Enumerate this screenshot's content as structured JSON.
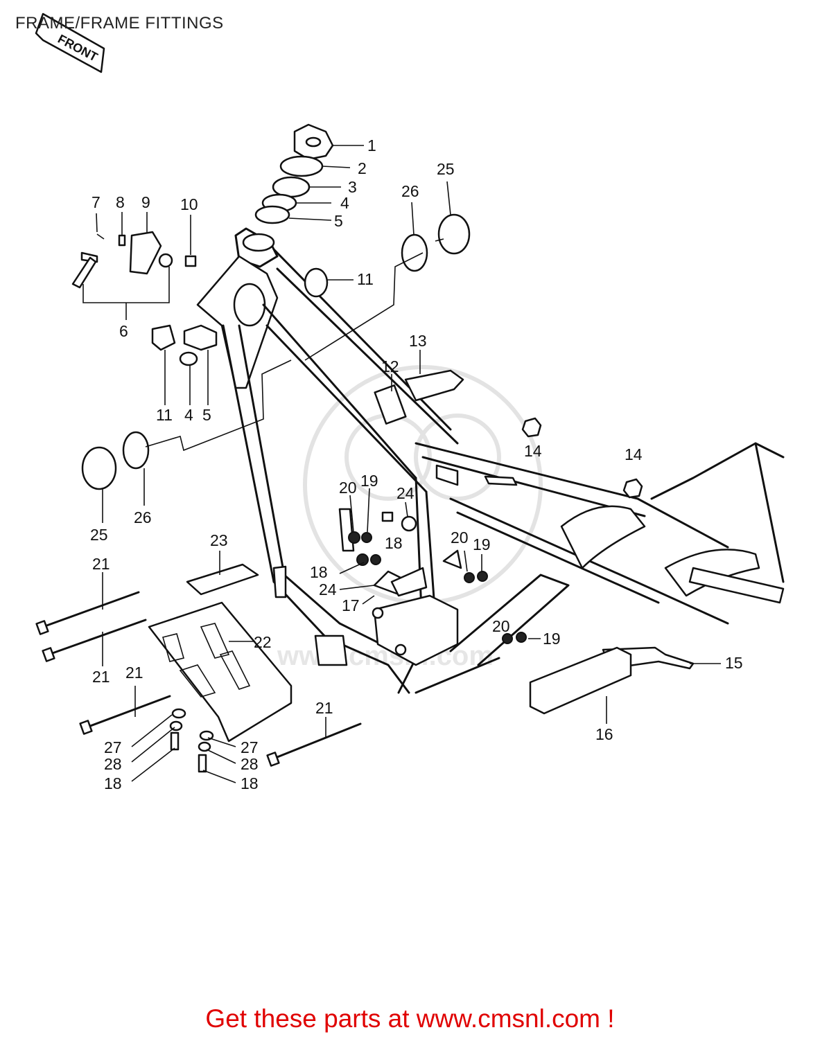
{
  "title": "FRAME/FRAME FITTINGS",
  "front_arrow": "FRONT",
  "watermark": "www.cmsnl.com",
  "footer": "Get these parts at www.cmsnl.com !",
  "colors": {
    "footer": "#e00000",
    "line": "#111111"
  },
  "callouts": [
    "1",
    "2",
    "3",
    "4",
    "5",
    "25",
    "26",
    "7",
    "8",
    "9",
    "10",
    "11",
    "6",
    "13",
    "12",
    "11",
    "4",
    "5",
    "14",
    "14",
    "25",
    "26",
    "20",
    "19",
    "24",
    "18",
    "23",
    "21",
    "20",
    "19",
    "18",
    "24",
    "17",
    "22",
    "20",
    "19",
    "15",
    "21",
    "21",
    "16",
    "21",
    "27",
    "28",
    "18",
    "27",
    "28",
    "18"
  ]
}
